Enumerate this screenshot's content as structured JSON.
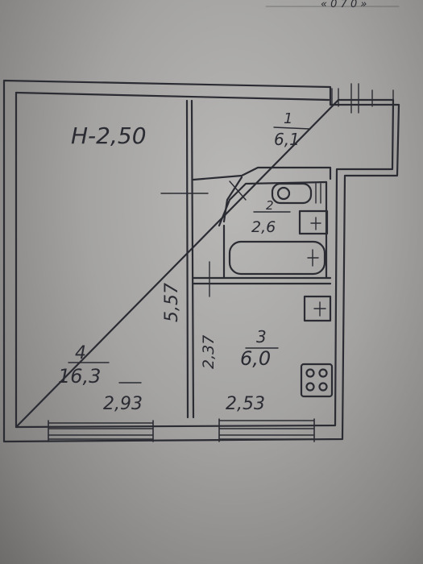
{
  "plan": {
    "header_stamp": "« 0 7 0 »",
    "ceiling_height": "H-2,50",
    "rooms": [
      {
        "number": "1",
        "area": "6,1"
      },
      {
        "number": "2",
        "area": "2,6"
      },
      {
        "number": "3",
        "area": "6,0"
      },
      {
        "number": "4",
        "area": "16,3"
      }
    ],
    "dimensions": {
      "room4_width": "2,93",
      "room3_width": "2,53",
      "room4_length": "5,57",
      "room3_length": "2,37"
    }
  },
  "colors": {
    "paper": "#a9a8a6",
    "ink": "#2b2c33"
  }
}
